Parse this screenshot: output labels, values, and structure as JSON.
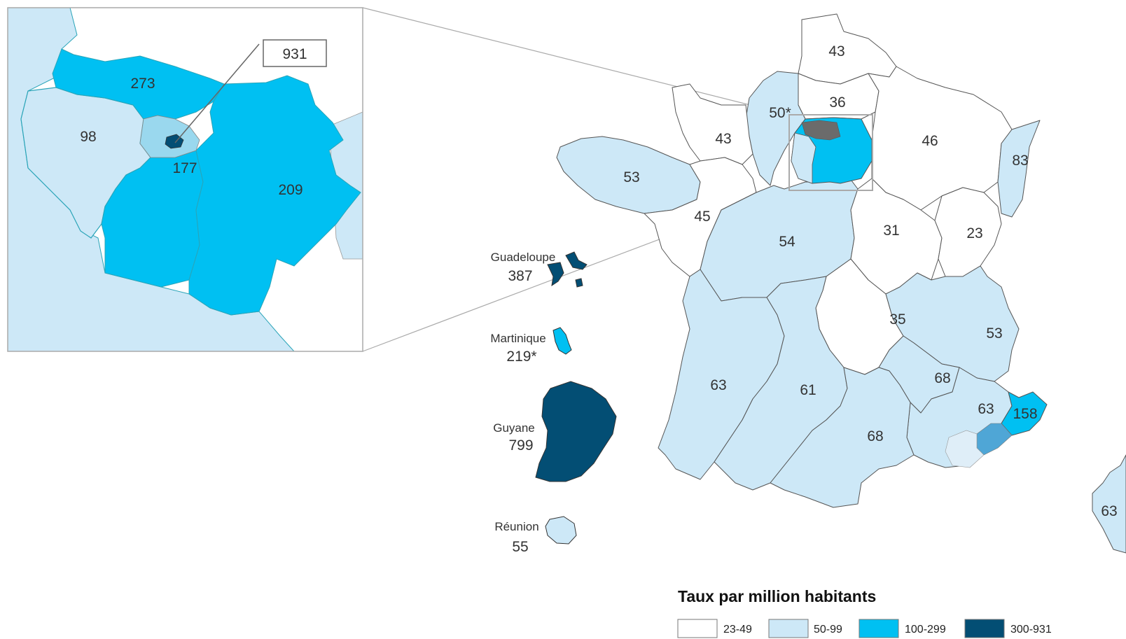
{
  "colors": {
    "class1": "#ffffff",
    "class2": "#cde8f7",
    "class3": "#00c0f2",
    "class4": "#034e74",
    "border": "#555555",
    "grey": "#6b6b6b"
  },
  "regions": {
    "hauts_de_france": "43",
    "normandie_est": "36",
    "normandie": "50*",
    "normandie_ouest": "43",
    "grand_est": "46",
    "alsace": "83",
    "bretagne": "53",
    "pays_de_la_loire": "45",
    "centre": "54",
    "bourgogne": "31",
    "franche_comte": "23",
    "auvergne": "35",
    "rhone_alpes": "53",
    "rhone_alpes_sud": "68",
    "paca": "63",
    "alpes_maritimes": "158",
    "aquitaine": "63",
    "limousin_midi": "61",
    "occitanie": "68",
    "corse": "63"
  },
  "overseas": {
    "guadeloupe": {
      "name": "Guadeloupe",
      "value": "387"
    },
    "martinique": {
      "name": "Martinique",
      "value": "219*"
    },
    "guyane": {
      "name": "Guyane",
      "value": "799"
    },
    "reunion": {
      "name": "Réunion",
      "value": "55"
    }
  },
  "inset": {
    "callout": "931",
    "val_north": "273",
    "val_west": "98",
    "val_center": "177",
    "val_east": "209"
  },
  "legend": {
    "title": "Taux par million habitants",
    "items": [
      {
        "label": "23-49",
        "color": "#ffffff"
      },
      {
        "label": "50-99",
        "color": "#cde8f7"
      },
      {
        "label": "100-299",
        "color": "#00c0f2"
      },
      {
        "label": "300-931",
        "color": "#034e74"
      }
    ]
  }
}
